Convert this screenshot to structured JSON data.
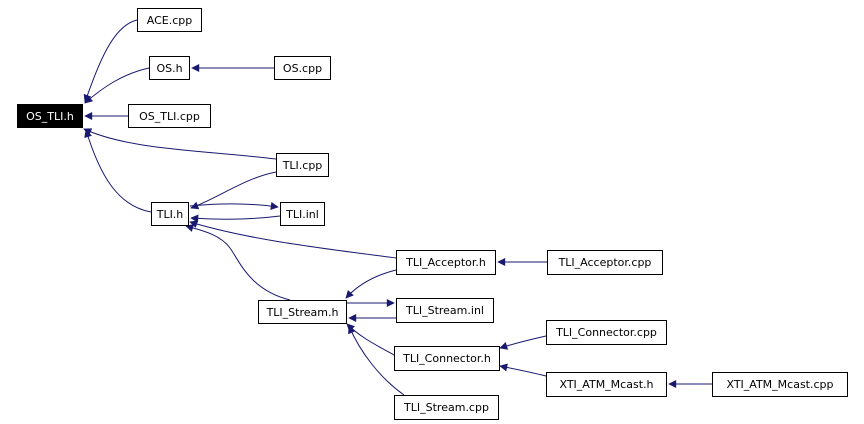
{
  "graph": {
    "edge_color": "#191970",
    "root_node": "OS_TLI.h",
    "nodes": [
      {
        "id": "os_tli_h",
        "label": "OS_TLI.h",
        "root": true
      },
      {
        "id": "ace_cpp",
        "label": "ACE.cpp"
      },
      {
        "id": "os_h",
        "label": "OS.h"
      },
      {
        "id": "os_cpp",
        "label": "OS.cpp"
      },
      {
        "id": "os_tli_cpp",
        "label": "OS_TLI.cpp"
      },
      {
        "id": "tli_cpp",
        "label": "TLI.cpp"
      },
      {
        "id": "tli_h",
        "label": "TLI.h"
      },
      {
        "id": "tli_inl",
        "label": "TLI.inl"
      },
      {
        "id": "tli_acceptor_h",
        "label": "TLI_Acceptor.h"
      },
      {
        "id": "tli_acceptor_cpp",
        "label": "TLI_Acceptor.cpp"
      },
      {
        "id": "tli_stream_h",
        "label": "TLI_Stream.h"
      },
      {
        "id": "tli_stream_inl",
        "label": "TLI_Stream.inl"
      },
      {
        "id": "tli_connector_cpp",
        "label": "TLI_Connector.cpp"
      },
      {
        "id": "tli_connector_h",
        "label": "TLI_Connector.h"
      },
      {
        "id": "xti_atm_mcast_h",
        "label": "XTI_ATM_Mcast.h"
      },
      {
        "id": "xti_atm_mcast_cpp",
        "label": "XTI_ATM_Mcast.cpp"
      },
      {
        "id": "tli_stream_cpp",
        "label": "TLI_Stream.cpp"
      }
    ],
    "edges": [
      {
        "from": "ace_cpp",
        "to": "os_tli_h"
      },
      {
        "from": "os_h",
        "to": "os_tli_h"
      },
      {
        "from": "os_cpp",
        "to": "os_h"
      },
      {
        "from": "os_tli_cpp",
        "to": "os_tli_h"
      },
      {
        "from": "tli_cpp",
        "to": "os_tli_h"
      },
      {
        "from": "tli_h",
        "to": "os_tli_h"
      },
      {
        "from": "tli_cpp",
        "to": "tli_h"
      },
      {
        "from": "tli_h",
        "to": "tli_inl"
      },
      {
        "from": "tli_inl",
        "to": "tli_h"
      },
      {
        "from": "tli_acceptor_h",
        "to": "tli_h"
      },
      {
        "from": "tli_stream_h",
        "to": "tli_h"
      },
      {
        "from": "tli_acceptor_cpp",
        "to": "tli_acceptor_h"
      },
      {
        "from": "tli_acceptor_h",
        "to": "tli_stream_h"
      },
      {
        "from": "tli_stream_h",
        "to": "tli_stream_inl"
      },
      {
        "from": "tli_stream_inl",
        "to": "tli_stream_h"
      },
      {
        "from": "tli_connector_h",
        "to": "tli_stream_h"
      },
      {
        "from": "tli_stream_cpp",
        "to": "tli_stream_h"
      },
      {
        "from": "tli_connector_cpp",
        "to": "tli_connector_h"
      },
      {
        "from": "xti_atm_mcast_h",
        "to": "tli_connector_h"
      },
      {
        "from": "xti_atm_mcast_cpp",
        "to": "xti_atm_mcast_h"
      }
    ]
  }
}
